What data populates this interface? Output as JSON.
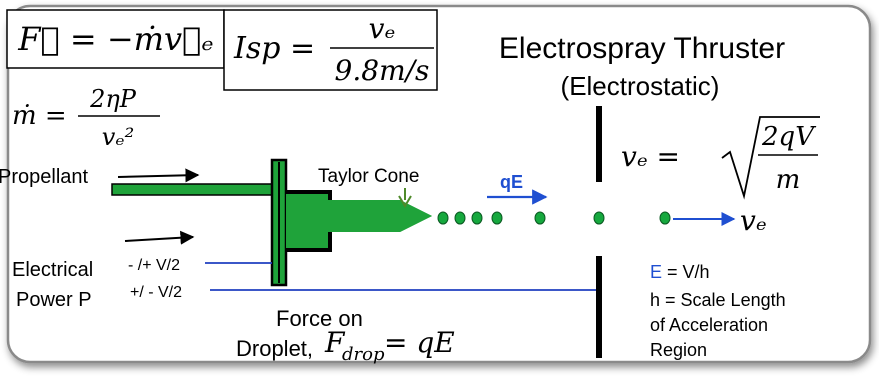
{
  "title": "Electrospray Thruster",
  "subtitle": "(Electrostatic)",
  "equations": {
    "force": "F⃗ = −ṁv⃗ₑ",
    "isp_lhs": "Isp =",
    "isp_num": "vₑ",
    "isp_den": "9.8m/s",
    "mdot_lhs": "ṁ =",
    "mdot_num": "2ηP",
    "mdot_den": "vₑ²",
    "ve_lhs": "vₑ =",
    "ve_radicand_num": "2qV",
    "ve_radicand_den": "m",
    "exhaust_ve": "vₑ",
    "force_drop": "F",
    "force_drop_sub": "drop",
    "force_drop_rhs": "= qE"
  },
  "labels": {
    "propellant": "Propellant",
    "taylor_cone": "Taylor Cone",
    "qe": "qE",
    "electrical_line1": "Electrical",
    "electrical_line2": "Power P",
    "voltage_top": "- /+ V/2",
    "voltage_bottom": "+/ - V/2",
    "force_on": "Force on",
    "droplet": "Droplet,",
    "e_symbol": "E",
    "e_def": " = V/h",
    "h_def_1": "h = Scale Length",
    "h_def_2": "of Acceleration",
    "h_def_3": "Region"
  },
  "colors": {
    "propellant_green": "#1fa33a",
    "droplet_green": "#16a83e",
    "field_blue": "#1f4fd1",
    "wire_blue": "#1f3fc0",
    "arrow_olive": "#4f8a2a"
  }
}
